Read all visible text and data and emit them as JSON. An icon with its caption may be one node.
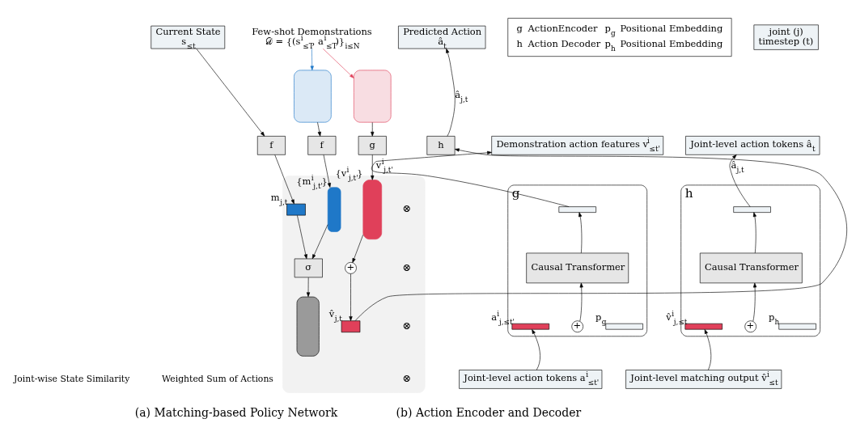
{
  "diagram": {
    "nodes": [
      {
        "text": [
          "Current State",
          "s$_{≤t}$"
        ]
      },
      {
        "text": [
          "Few-shot Demonstrations",
          "𝒟 = {(s$^{i}$$_{≤T}$, a$^{i}$$_{≤T}$)}$_{i≤N}$"
        ]
      },
      {
        "text": [],
        "shape": "box"
      },
      {
        "text": [],
        "shape": "box"
      },
      {
        "text": [
          "Predicted Action",
          "â$_{t}$"
        ]
      },
      {
        "text": [
          "f"
        ]
      },
      {
        "text": [
          "f"
        ]
      },
      {
        "text": [
          "g"
        ]
      },
      {
        "text": [
          "h"
        ]
      },
      {
        "text": [],
        "shape": "box"
      },
      {
        "text": [],
        "shape": "box",
        "in": 9,
        "beside": [
          "m$_{j,t}$"
        ]
      },
      {
        "text": [],
        "shape": "box",
        "in": 9,
        "beside": [
          "{m$^{i}$$_{j,t'}$}"
        ]
      },
      {
        "text": [
          "σ"
        ],
        "in": 9
      },
      {
        "text": [],
        "shape": "box",
        "in": 9
      },
      {
        "text": [],
        "shape": "box",
        "in": 9,
        "beside": [
          "{v$^{i}$$_{j,t'}$}"
        ]
      },
      {
        "text": [
          "+"
        ],
        "in": 9
      },
      {
        "text": [],
        "shape": "box",
        "in": 9,
        "beside": [
          "v̂$_{j,t}$"
        ]
      },
      {
        "text": [
          "g",
          "ActionEncoder",
          "p$_{g}$",
          "Positional Embedding",
          "h",
          "Action Decoder",
          "p$_{h}$",
          "Positional Embedding"
        ]
      },
      {
        "text": [
          "joint (j)",
          "timestep (t)"
        ]
      },
      {
        "text": [
          "Demonstration action features v$^{i}$$_{≤t'}$"
        ]
      },
      {
        "text": [
          "g"
        ]
      },
      {
        "text": [],
        "shape": "bar",
        "in": 20
      },
      {
        "text": [
          "Causal Transformer"
        ],
        "in": 20
      },
      {
        "text": [],
        "shape": "bar",
        "in": 20,
        "beside": [
          "a$^{i}$$_{j,≤t'}$"
        ]
      },
      {
        "text": [
          "+"
        ],
        "in": 20
      },
      {
        "text": [],
        "shape": "bar",
        "in": 20,
        "beside": [
          "p$_{g}$"
        ]
      },
      {
        "text": [
          "Joint-level action tokens a$^{i}$$_{≤t'}$"
        ]
      },
      {
        "text": [
          "Joint-level action tokens â$_{t}$"
        ]
      },
      {
        "text": [
          "h"
        ]
      },
      {
        "text": [],
        "shape": "bar",
        "in": 28
      },
      {
        "text": [
          "Causal Transformer"
        ],
        "in": 28
      },
      {
        "text": [],
        "shape": "bar",
        "in": 28,
        "beside": [
          "v̂$^{i}$$_{j,≤t}$"
        ]
      },
      {
        "text": [
          "+"
        ],
        "in": 28
      },
      {
        "text": [],
        "shape": "bar",
        "in": 28,
        "beside": [
          "p$_{h}$"
        ]
      },
      {
        "text": [
          "Joint-level matching output v̂$^{i}$$_{≤t}$"
        ]
      }
    ],
    "edges": [
      {
        "from": 1,
        "to": 2,
        "arrow": "to",
        "color": "#1f78c8"
      },
      {
        "from": 1,
        "to": 3,
        "arrow": "to",
        "color": "#e0405a"
      },
      {
        "from": 0,
        "to": 5,
        "arrow": "to"
      },
      {
        "from": 2,
        "to": 6,
        "arrow": "to"
      },
      {
        "from": 3,
        "to": 7,
        "arrow": "to"
      },
      {
        "from": 8,
        "to": 4,
        "arrow": "to",
        "label": "â$_{j,t}$"
      },
      {
        "from": 5,
        "to": 10,
        "arrow": "to"
      },
      {
        "from": 6,
        "to": 11,
        "arrow": "to"
      },
      {
        "from": 7,
        "to": 14,
        "arrow": "to"
      },
      {
        "from": 11,
        "to": 12,
        "arrow": "to"
      },
      {
        "from": 10,
        "to": 12,
        "arrow": "to"
      },
      {
        "from": 12,
        "to": 13,
        "arrow": "to"
      },
      {
        "from": 14,
        "to": 15,
        "arrow": "to"
      },
      {
        "from": 15,
        "to": 16,
        "arrow": "to"
      },
      {
        "from": 16,
        "to": 8,
        "arrow": "to"
      },
      {
        "from": 26,
        "to": 23,
        "arrow": "to"
      },
      {
        "from": 24,
        "to": 22,
        "arrow": "to"
      },
      {
        "from": 22,
        "to": 21,
        "arrow": "to"
      },
      {
        "from": 21,
        "to": 19,
        "arrow": "to",
        "label": "v$^{i}$$_{j,t'}$"
      },
      {
        "from": 34,
        "to": 31,
        "arrow": "to"
      },
      {
        "from": 32,
        "to": 30,
        "arrow": "to"
      },
      {
        "from": 30,
        "to": 29,
        "arrow": "to"
      },
      {
        "from": 29,
        "to": 27,
        "arrow": "to",
        "label": "â$_{j,t}$"
      }
    ],
    "labels": [
      "⊗",
      "⊗",
      "⊗",
      "⊗",
      "Joint-wise State Similarity",
      "Weighted Sum of Actions",
      "(a) Matching-based Policy Network",
      "(b) Action Encoder and Decoder"
    ]
  }
}
